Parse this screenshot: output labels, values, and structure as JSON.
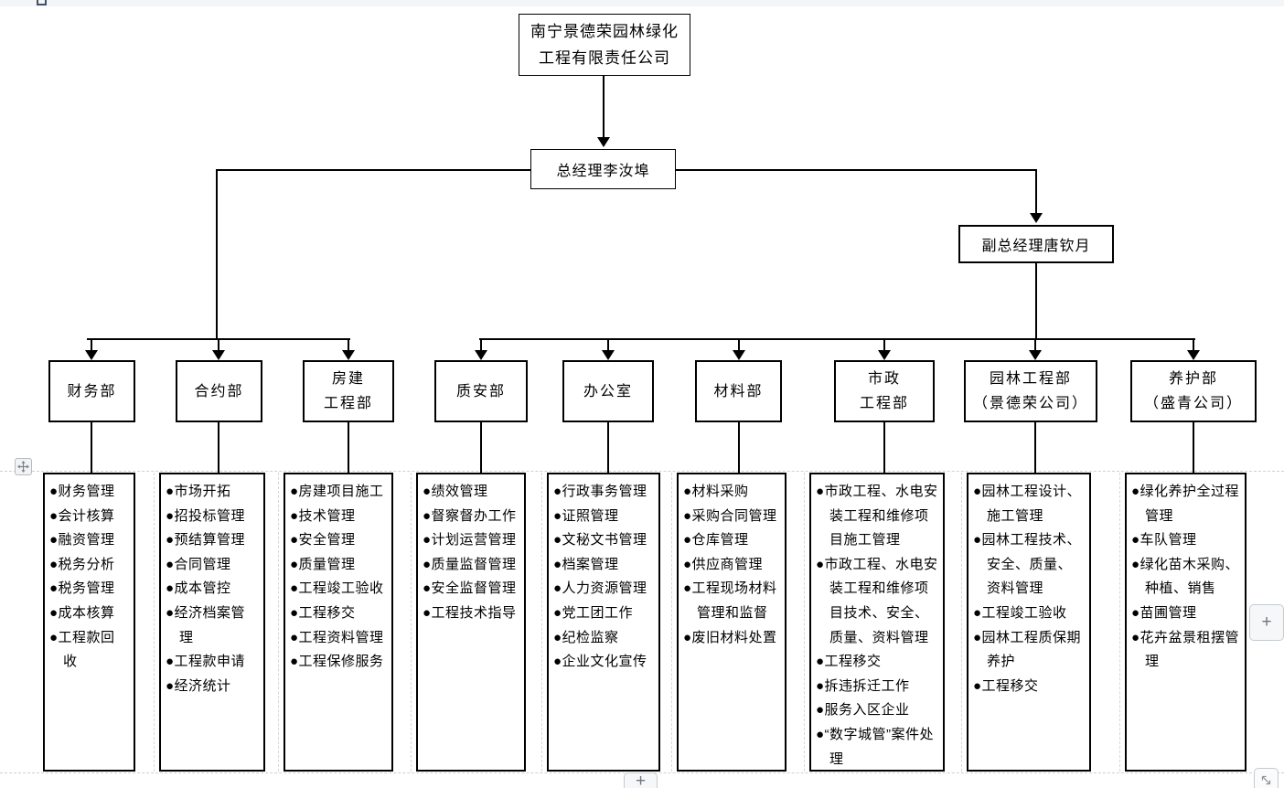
{
  "page": {
    "background": "#ffffff",
    "line_color": "#000000",
    "topbar_color": "#f4f5f7",
    "bullet_glyph": "●"
  },
  "org": {
    "company": {
      "line1": "南宁景德荣园林绿化",
      "line2": "工程有限责任公司"
    },
    "general_manager": {
      "label": "总经理李汝埠"
    },
    "deputy_manager": {
      "label": "副总经理唐钦月"
    },
    "departments": [
      {
        "name_lines": [
          "财务部"
        ],
        "duties": [
          "财务管理",
          "会计核算",
          "融资管理",
          "税务分析",
          "税务管理",
          "成本核算",
          "工程款回收"
        ]
      },
      {
        "name_lines": [
          "合约部"
        ],
        "duties": [
          "市场开拓",
          "招投标管理",
          "预结算管理",
          "合同管理",
          "成本管控",
          "经济档案管理",
          "工程款申请",
          "经济统计"
        ]
      },
      {
        "name_lines": [
          "房建",
          "工程部"
        ],
        "duties": [
          "房建项目施工",
          "技术管理",
          "安全管理",
          "质量管理",
          "工程竣工验收",
          "工程移交",
          "工程资料管理",
          "工程保修服务"
        ]
      },
      {
        "name_lines": [
          "质安部"
        ],
        "duties": [
          "绩效管理",
          "督察督办工作",
          "计划运营管理",
          "质量监督管理",
          "安全监督管理",
          "工程技术指导"
        ]
      },
      {
        "name_lines": [
          "办公室"
        ],
        "duties": [
          "行政事务管理",
          "证照管理",
          "文秘文书管理",
          "档案管理",
          "人力资源管理",
          "党工团工作",
          "纪检监察",
          "企业文化宣传"
        ]
      },
      {
        "name_lines": [
          "材料部"
        ],
        "duties": [
          "材料采购",
          "采购合同管理",
          "仓库管理",
          "供应商管理",
          "工程现场材料管理和监督",
          "废旧材料处置"
        ]
      },
      {
        "name_lines": [
          "市政",
          "工程部"
        ],
        "duties": [
          "市政工程、水电安装工程和维修项目施工管理",
          "市政工程、水电安装工程和维修项目技术、安全、质量、资料管理",
          "工程移交",
          "拆违拆迁工作",
          "服务入区企业",
          "“数字城管”案件处理"
        ]
      },
      {
        "name_lines": [
          "园林工程部",
          "（景德荣公司）"
        ],
        "duties": [
          "园林工程设计、施工管理",
          "园林工程技术、安全、质量、资料管理",
          "工程竣工验收",
          "园林工程质保期养护",
          "工程移交"
        ]
      },
      {
        "name_lines": [
          "养护部",
          "（盛青公司）"
        ],
        "duties": [
          "绿化养护全过程管理",
          "车队管理",
          "绿化苗木采购、种植、销售",
          "苗圃管理",
          "花卉盆景租摆管理"
        ]
      }
    ]
  },
  "widgets": {
    "add_button_right": "+",
    "add_button_bottom": "+"
  }
}
